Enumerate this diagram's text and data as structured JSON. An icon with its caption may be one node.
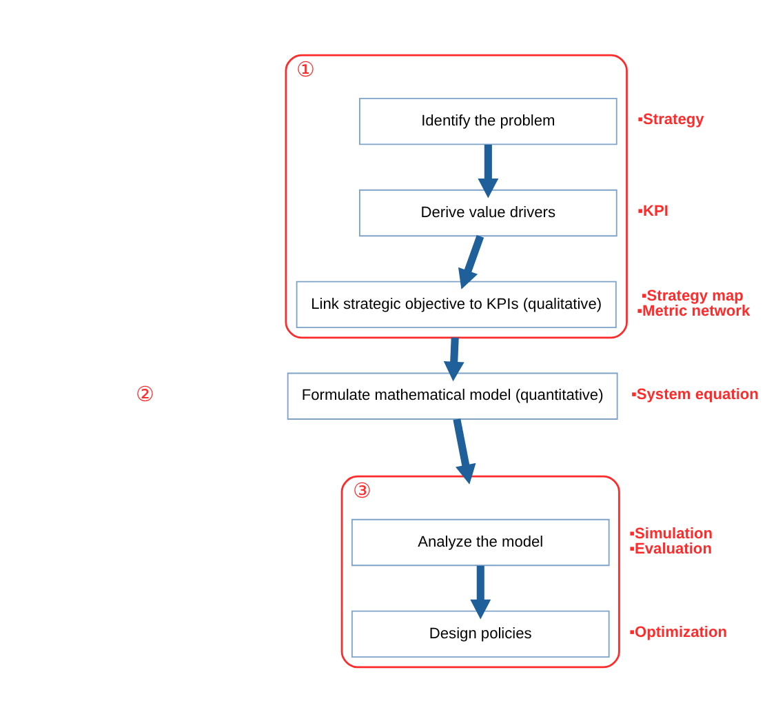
{
  "diagram": {
    "nodes": [
      {
        "text": [
          "①"
        ]
      },
      {
        "text": [
          "Identify the problem"
        ],
        "in": 0,
        "beside": [
          "▪Strategy"
        ]
      },
      {
        "text": [
          "Derive value drivers"
        ],
        "in": 0,
        "beside": [
          "▪KPI"
        ]
      },
      {
        "text": [
          "Link strategic objective to KPIs (qualitative)"
        ],
        "in": 0,
        "beside": [
          "▪Strategy map",
          "▪Metric network"
        ]
      },
      {
        "text": [
          "Formulate mathematical model (quantitative)"
        ],
        "beside": [
          "▪System equation"
        ]
      },
      {
        "text": [
          "③"
        ]
      },
      {
        "text": [
          "Analyze the model"
        ],
        "in": 5,
        "beside": [
          "▪Simulation",
          "▪Evaluation"
        ]
      },
      {
        "text": [
          "Design policies"
        ],
        "in": 5,
        "beside": [
          "▪Optimization"
        ]
      }
    ],
    "edges": [
      {
        "from": 1,
        "to": 2,
        "arrow": "to"
      },
      {
        "from": 2,
        "to": 3,
        "arrow": "to"
      },
      {
        "from": 0,
        "to": 4,
        "arrow": "to"
      },
      {
        "from": 4,
        "to": 5,
        "arrow": "to"
      },
      {
        "from": 6,
        "to": 7,
        "arrow": "to"
      }
    ],
    "labels": [
      "②"
    ]
  }
}
